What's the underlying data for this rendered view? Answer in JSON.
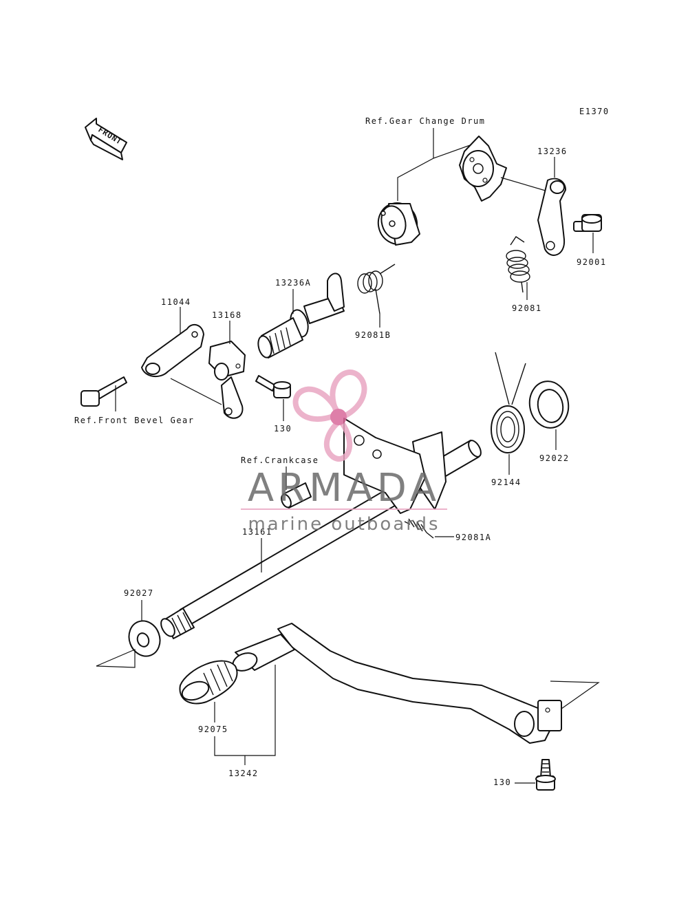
{
  "diagram": {
    "code": "E1370",
    "front_label": "FRONT",
    "references": {
      "gear_change_drum": "Ref.Gear Change Drum",
      "front_bevel_gear": "Ref.Front Bevel Gear",
      "crankcase": "Ref.Crankcase"
    },
    "parts": {
      "p13236": "13236",
      "p92001": "92001",
      "p92081": "92081",
      "p13236A": "13236A",
      "p92081B": "92081B",
      "p11044": "11044",
      "p13168": "13168",
      "p130_upper": "130",
      "p92022": "92022",
      "p92144": "92144",
      "p92081A": "92081A",
      "p13161": "13161",
      "p92027": "92027",
      "p92075": "92075",
      "p13242": "13242",
      "p130_lower": "130"
    }
  },
  "watermark": {
    "brand": "ARMADA",
    "tagline": "marine outboards",
    "colors": {
      "gray": "#6b6b6b",
      "pink": "#e9a6c2",
      "pink_dark": "#d9699b"
    }
  }
}
